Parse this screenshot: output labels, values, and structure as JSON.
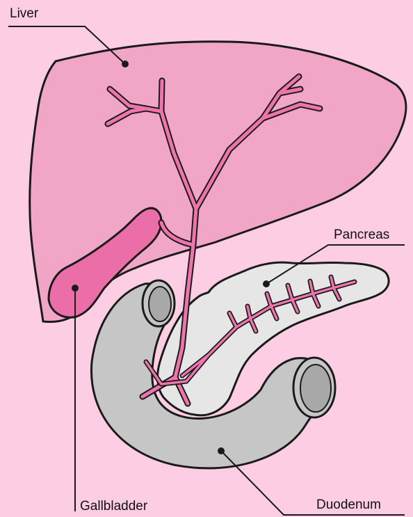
{
  "labels": {
    "liver": "Liver",
    "pancreas": "Pancreas",
    "gallbladder": "Gallbladder",
    "duodenum": "Duodenum"
  },
  "colors": {
    "background": "#fccde3",
    "liver": "#f2a6c7",
    "gallbladder": "#ec6ea8",
    "bile_ducts": "#ef74ae",
    "pancreas": "#e6e6e6",
    "duodenum": "#c6c6c6",
    "outline": "#1a1a1a"
  }
}
